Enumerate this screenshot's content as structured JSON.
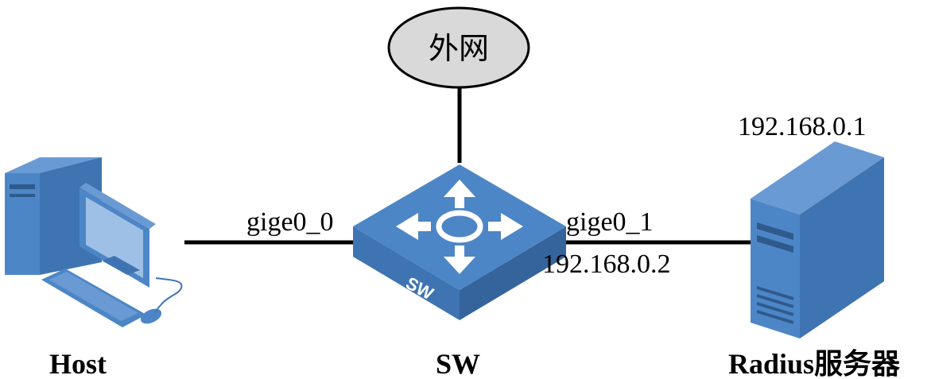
{
  "cloud": {
    "label": "外网"
  },
  "switch": {
    "badge": "SW",
    "caption": "SW"
  },
  "host": {
    "caption": "Host"
  },
  "server": {
    "caption": "Radius服务器",
    "ip": "192.168.0.1"
  },
  "ports": {
    "left": {
      "name": "gige0_0"
    },
    "right": {
      "name": "gige0_1",
      "ip": "192.168.0.2"
    }
  },
  "colors": {
    "device_blue": "#4d86c6",
    "cloud_fill": "#d9d9d9",
    "line": "#000000"
  }
}
